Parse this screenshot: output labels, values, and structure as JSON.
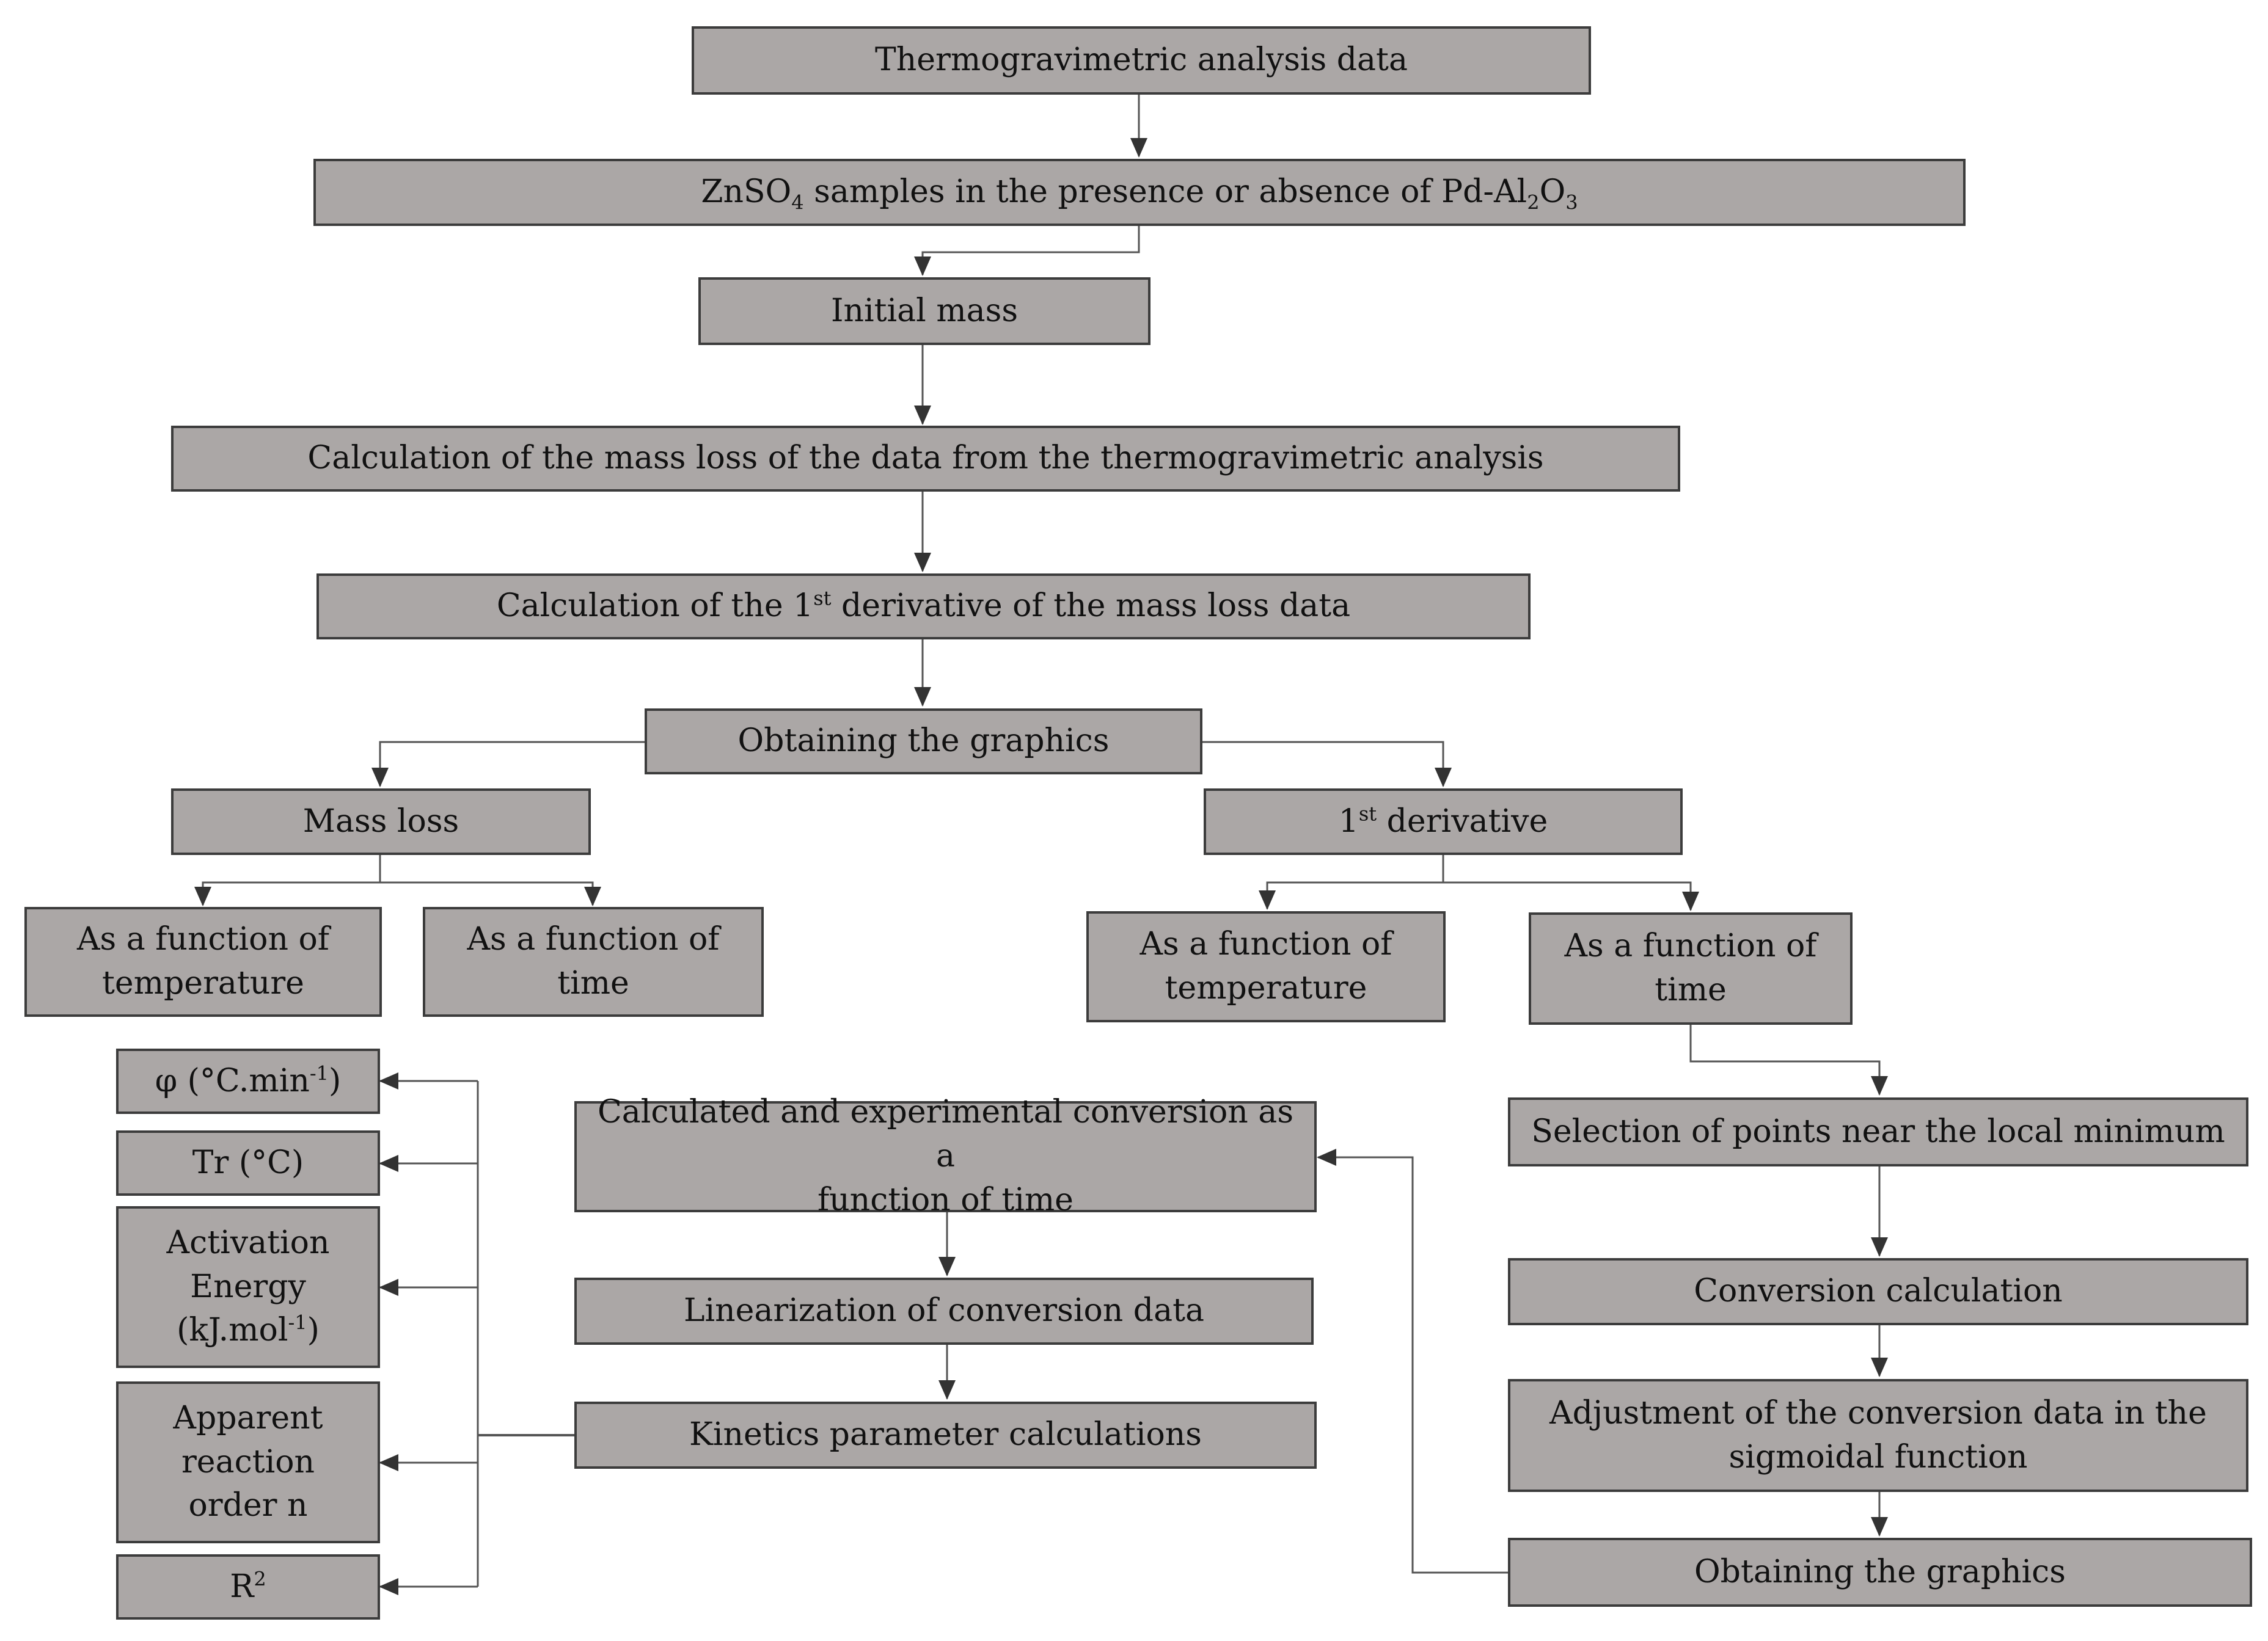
{
  "nodes": {
    "tga_data": {
      "text": "Thermogravimetric analysis data"
    },
    "samples": {
      "pre": "ZnSO",
      "sub1": "4",
      "mid": " samples in the presence or absence of Pd-Al",
      "sub2": "2",
      "mid2": "O",
      "sub3": "3"
    },
    "initial_mass": {
      "text": "Initial mass"
    },
    "mass_loss_calc": {
      "text": "Calculation of the mass loss of the data from the thermogravimetric analysis"
    },
    "derivative_calc": {
      "pre": "Calculation of the 1",
      "sup": "st",
      "post": " derivative of the mass loss data"
    },
    "graphics_top": {
      "text": "Obtaining the graphics"
    },
    "mass_loss": {
      "text": "Mass loss"
    },
    "first_derivative": {
      "pre": "1",
      "sup": "st",
      "post": " derivative"
    },
    "ml_temp": {
      "line1": "As a function of",
      "line2": "temperature"
    },
    "ml_time": {
      "line1": "As a function of",
      "line2": "time"
    },
    "fd_temp": {
      "line1": "As a function of",
      "line2": "temperature"
    },
    "fd_time": {
      "line1": "As a function of",
      "line2": "time"
    },
    "phi": {
      "pre": "φ (°C.min",
      "sup": "-1",
      "post": ")"
    },
    "tr": {
      "text": "Tr (°C)"
    },
    "activation": {
      "line1": "Activation",
      "line2": "Energy",
      "line3pre": "(kJ.mol",
      "line3sup": "-1",
      "line3post": ")"
    },
    "reaction_order": {
      "line1": "Apparent",
      "line2": "reaction",
      "line3": "order n"
    },
    "r2": {
      "pre": "R",
      "sup": "2"
    },
    "conversion_time": {
      "line1": "Calculated and experimental conversion as a",
      "line2": "function of time"
    },
    "linearization": {
      "text": "Linearization of conversion data"
    },
    "kinetics": {
      "text": "Kinetics parameter calculations"
    },
    "selection": {
      "text": "Selection of points near the local minimum"
    },
    "conversion_calc": {
      "text": "Conversion calculation"
    },
    "adjustment": {
      "line1": "Adjustment of the conversion data in the",
      "line2": "sigmoidal function"
    },
    "graphics_bottom": {
      "text": "Obtaining the graphics"
    }
  },
  "colors": {
    "box_fill": "#aba7a6",
    "box_border": "#3c3c3c",
    "connector": "#555555",
    "text": "#111111"
  }
}
